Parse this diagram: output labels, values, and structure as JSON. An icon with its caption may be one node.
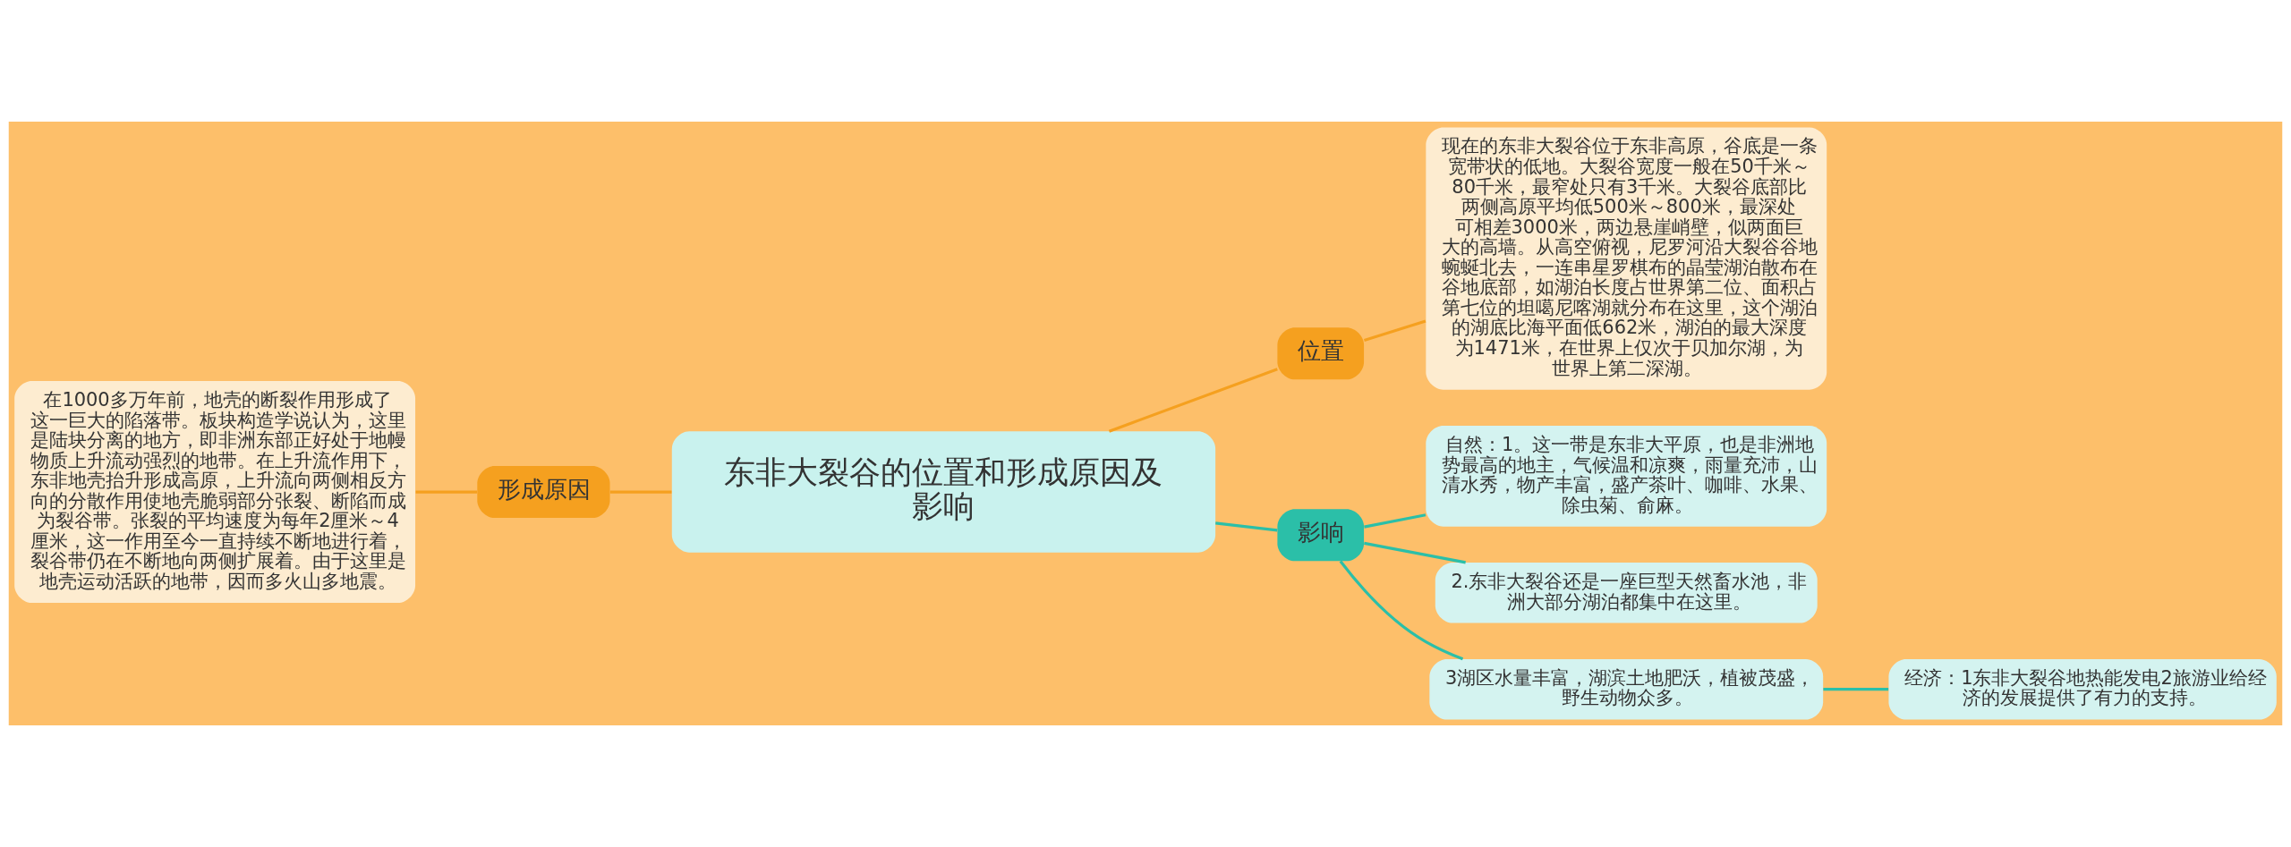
{
  "diagram": {
    "nodes": [
      {
        "text": [
          "东非大裂谷的位置和形成原因及影响"
        ]
      },
      {
        "text": [
          "形成原因"
        ]
      },
      {
        "text": [
          "在1000多万年前，地壳的断裂作用形成了这一巨大的陷落带。板块构造学说认为，这里是陆块分离的地方，即非洲东部正好处于地幔物质上升流动强烈的地带。在上升流作用下，东非地壳抬升形成高原，上升流向两侧相反方向的分散作用使地壳脆弱部分张裂、断陷而成为裂谷带。张裂的平均速度为每年2厘米～4厘米，这一作用至今一直持续不断地进行着，裂谷带仍在不断地向两侧扩展着。由于这里是地壳运动活跃的地带，因而多火山多地震。"
        ]
      },
      {
        "text": [
          "位置"
        ]
      },
      {
        "text": [
          "现在的东非大裂谷位于东非高原，谷底是一条宽带状的低地。大裂谷宽度一般在50千米～80千米，最窄处只有3千米。大裂谷底部比两侧高原平均低500米～800米，最深处可相差3000米，两边悬崖峭壁，似两面巨大的高墙。从高空俯视，尼罗河沿大裂谷谷地蜿蜒北去，一连串星罗棋布的晶莹湖泊散布在谷地底部，如湖泊长度占世界第二位、面积占第七位的坦噶尼喀湖就分布在这里，这个湖泊的湖底比海平面低662米，湖泊的最大深度为1471米，在世界上仅次于贝加尔湖，为世界上第二深湖。"
        ]
      },
      {
        "text": [
          "影响"
        ]
      },
      {
        "text": [
          "自然：1。这一带是东非大平原，也是非洲地势最高的地主，气候温和凉爽，雨量充沛，山清水秀，物产丰富，盛产茶叶、咖啡、水果、除虫菊、俞麻。"
        ]
      },
      {
        "text": [
          "2.东非大裂谷还是一座巨型天然畜水池，非洲大部分湖泊都集中在这里。"
        ]
      },
      {
        "text": [
          "3湖区水量丰富，湖滨土地肥沃，植被茂盛，野生动物众多。"
        ]
      },
      {
        "text": [
          "经济：1东非大裂谷地热能发电2旅游业给经济的发展提供了有力的支持。"
        ]
      }
    ],
    "edges": [
      {
        "from": 0,
        "to": 1,
        "arrow": "none",
        "color": "#f5a01f"
      },
      {
        "from": 1,
        "to": 2,
        "arrow": "none",
        "color": "#f5a01f"
      },
      {
        "from": 0,
        "to": 3,
        "arrow": "none",
        "color": "#f5a01f"
      },
      {
        "from": 3,
        "to": 4,
        "arrow": "none",
        "color": "#f5a01f"
      },
      {
        "from": 0,
        "to": 5,
        "arrow": "none"
      },
      {
        "from": 5,
        "to": 6,
        "arrow": "none"
      },
      {
        "from": 5,
        "to": 7,
        "arrow": "none"
      },
      {
        "from": 5,
        "to": 8,
        "arrow": "none"
      },
      {
        "from": 8,
        "to": 9,
        "arrow": "none"
      }
    ]
  }
}
